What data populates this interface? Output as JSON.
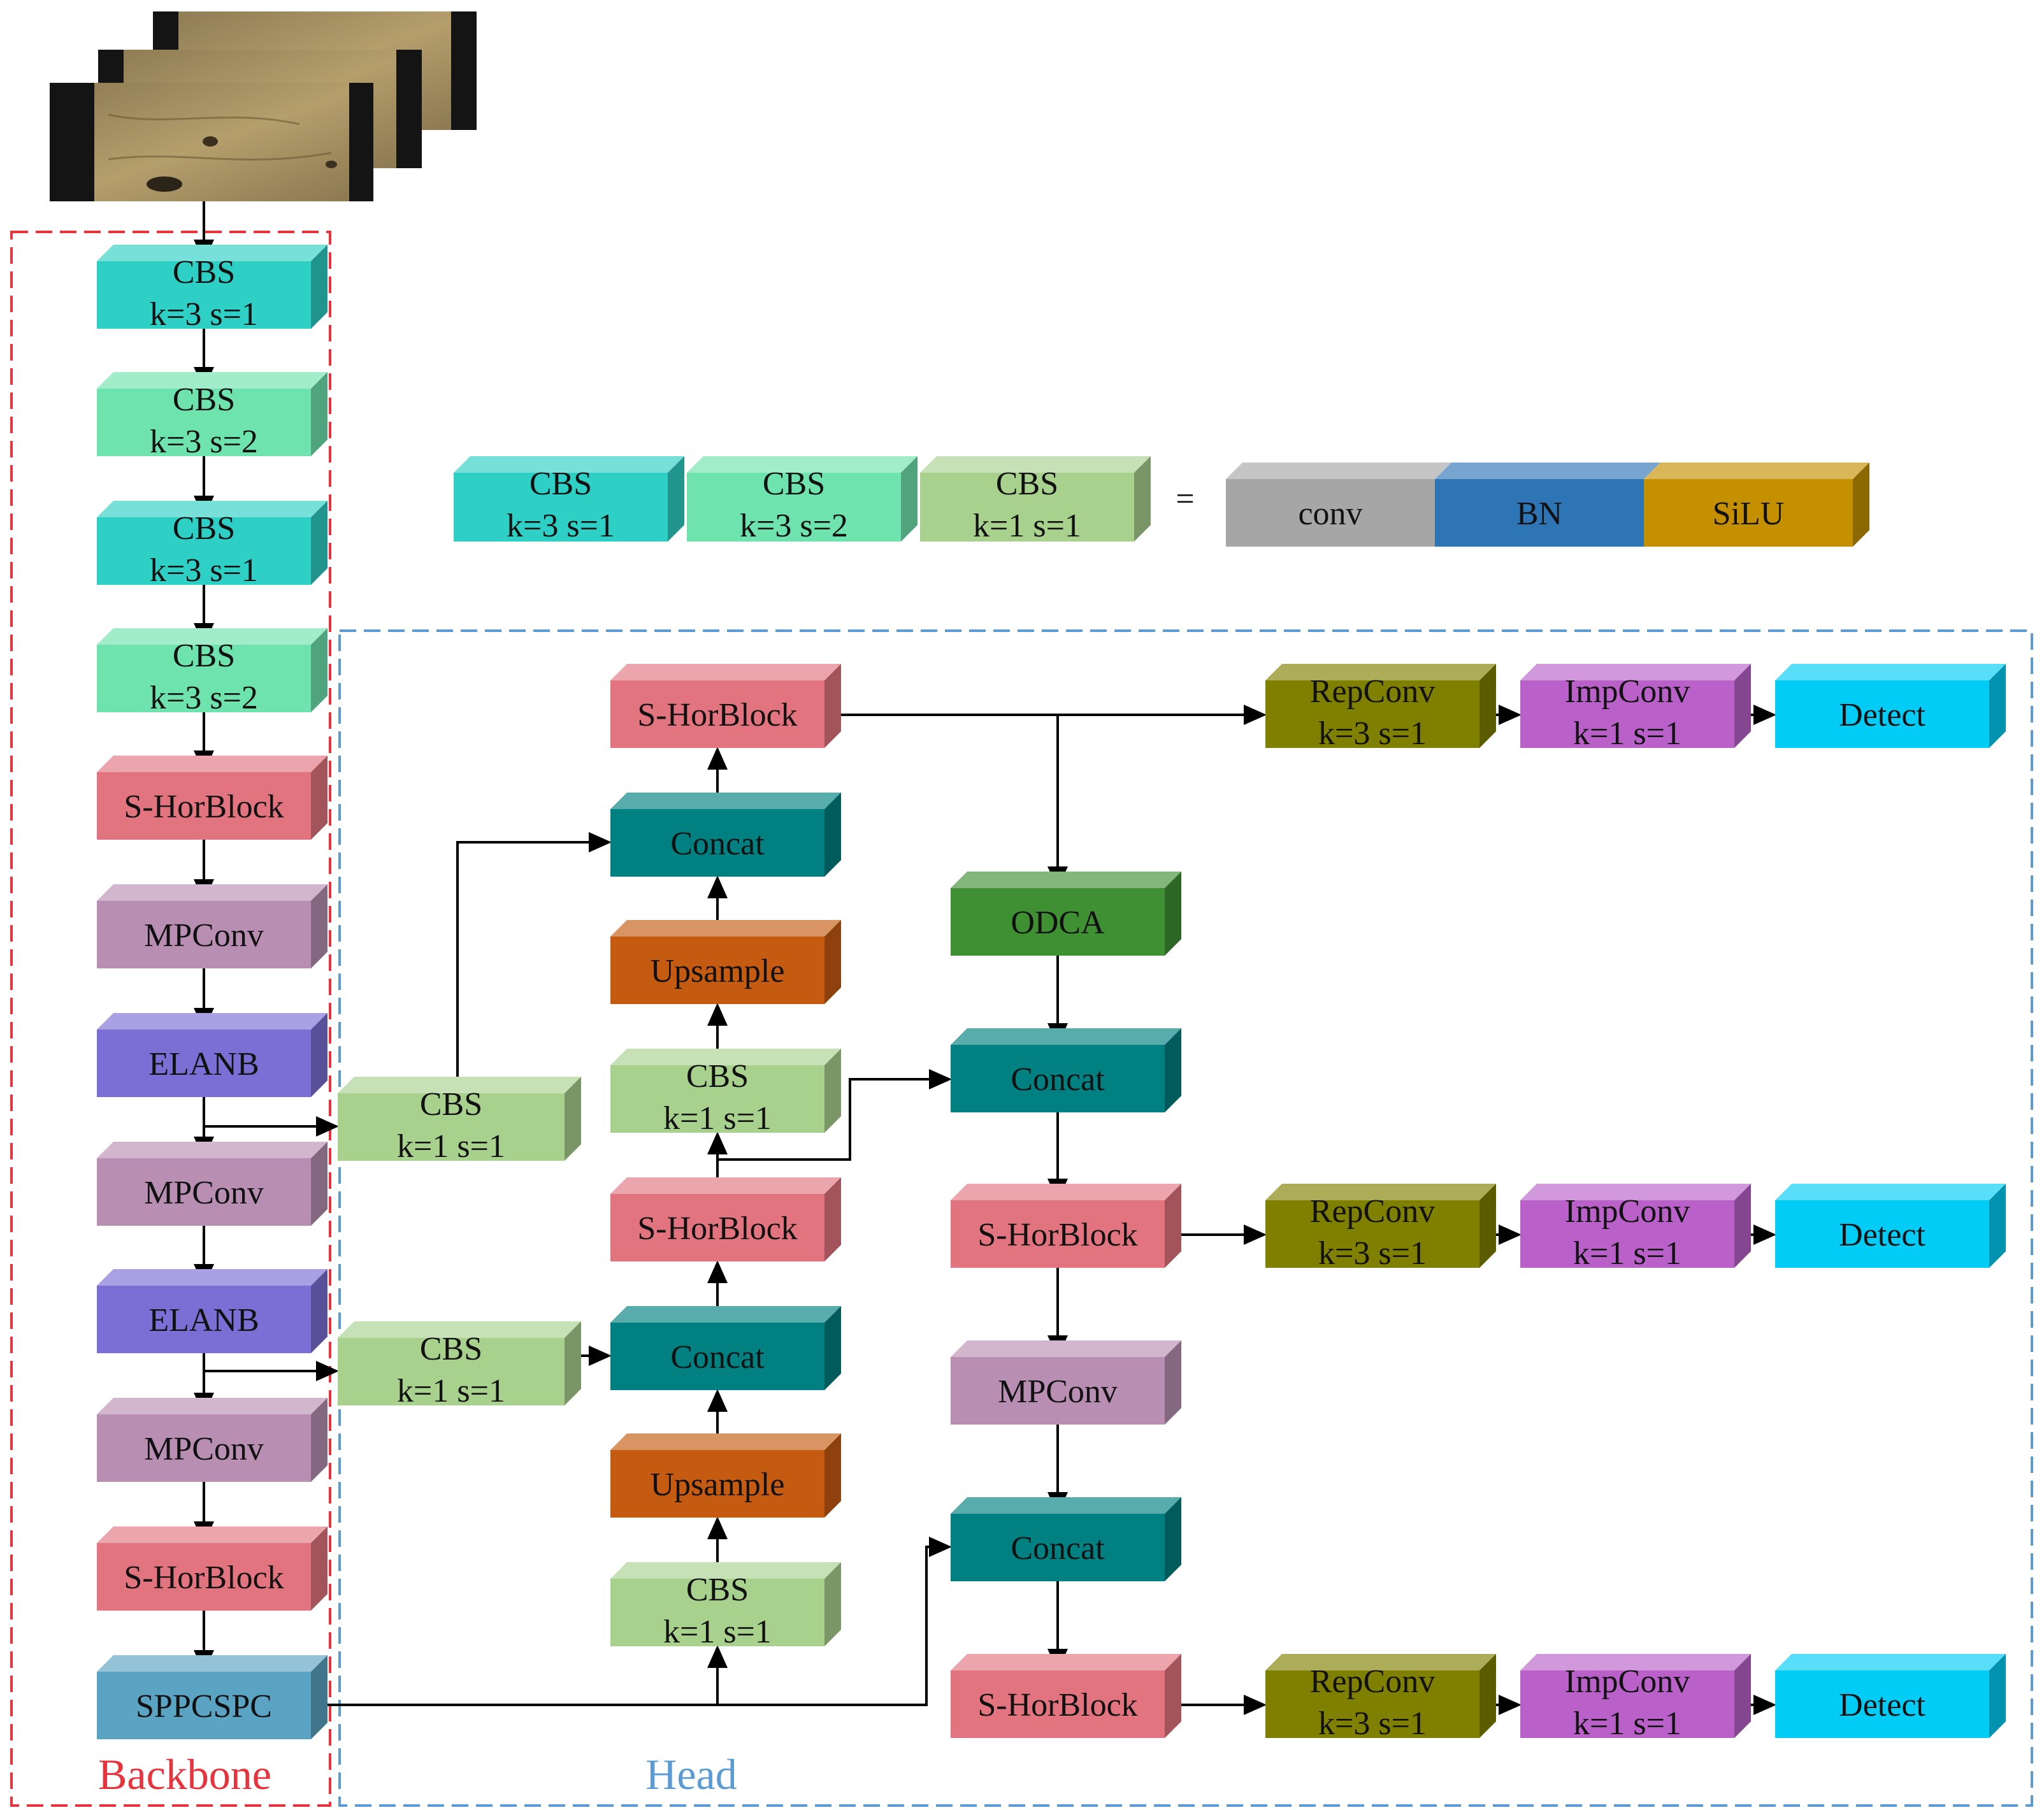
{
  "regions": {
    "backbone": {
      "label": "Backbone",
      "color": "#e8323c"
    },
    "head": {
      "label": "Head",
      "color": "#5b9bd5"
    }
  },
  "legend": {
    "equals": "=",
    "items": [
      {
        "id": "leg-cbs1",
        "lines": [
          "CBS",
          "k=3 s=1"
        ]
      },
      {
        "id": "leg-cbs2",
        "lines": [
          "CBS",
          "k=3 s=2"
        ]
      },
      {
        "id": "leg-cbs3",
        "lines": [
          "CBS",
          "k=1 s=1"
        ]
      }
    ],
    "parts": [
      {
        "id": "leg-conv",
        "lines": [
          "conv"
        ]
      },
      {
        "id": "leg-bn",
        "lines": [
          "BN"
        ]
      },
      {
        "id": "leg-silu",
        "lines": [
          "SiLU"
        ]
      }
    ]
  },
  "colors": {
    "cbs_k3s1": "#2ecfc4",
    "cbs_k3s2": "#6ee3ad",
    "cbs_k1s1": "#a9d18e",
    "hor": "#e2747f",
    "mpconv": "#b88fb3",
    "elanb": "#7b6fd6",
    "sppcspc": "#5aa3c2",
    "concat": "#008080",
    "upsample": "#c55a11",
    "odca": "#3f8f33",
    "repconv": "#7f7f00",
    "impconv": "#b961c9",
    "detect": "#00ccf5",
    "conv": "#a6a6a6",
    "bn": "#2e75b6",
    "silu": "#c49000"
  },
  "backbone": [
    {
      "id": "bb-cbs-1",
      "lines": [
        "CBS",
        "k=3 s=1"
      ]
    },
    {
      "id": "bb-cbs-2",
      "lines": [
        "CBS",
        "k=3 s=2"
      ]
    },
    {
      "id": "bb-cbs-3",
      "lines": [
        "CBS",
        "k=3 s=1"
      ]
    },
    {
      "id": "bb-cbs-4",
      "lines": [
        "CBS",
        "k=3 s=2"
      ]
    },
    {
      "id": "bb-hor-1",
      "lines": [
        "S-HorBlock"
      ]
    },
    {
      "id": "bb-mp-1",
      "lines": [
        "MPConv"
      ]
    },
    {
      "id": "bb-elanb-1",
      "lines": [
        "ELANB"
      ]
    },
    {
      "id": "bb-mp-2",
      "lines": [
        "MPConv"
      ]
    },
    {
      "id": "bb-elanb-2",
      "lines": [
        "ELANB"
      ]
    },
    {
      "id": "bb-mp-3",
      "lines": [
        "MPConv"
      ]
    },
    {
      "id": "bb-hor-2",
      "lines": [
        "S-HorBlock"
      ]
    },
    {
      "id": "bb-spp",
      "lines": [
        "SPPCSPC"
      ]
    }
  ],
  "neck": [
    {
      "id": "lat-cbs-1",
      "lines": [
        "CBS",
        "k=1 s=1"
      ]
    },
    {
      "id": "lat-cbs-2",
      "lines": [
        "CBS",
        "k=1 s=1"
      ]
    },
    {
      "id": "h-hor-top",
      "lines": [
        "S-HorBlock"
      ]
    },
    {
      "id": "h-concat-1",
      "lines": [
        "Concat"
      ]
    },
    {
      "id": "h-ups-1",
      "lines": [
        "Upsample"
      ]
    },
    {
      "id": "h-cbs-1",
      "lines": [
        "CBS",
        "k=1 s=1"
      ]
    },
    {
      "id": "h-hor-mid",
      "lines": [
        "S-HorBlock"
      ]
    },
    {
      "id": "h-concat-2",
      "lines": [
        "Concat"
      ]
    },
    {
      "id": "h-ups-2",
      "lines": [
        "Upsample"
      ]
    },
    {
      "id": "h-cbs-2",
      "lines": [
        "CBS",
        "k=1 s=1"
      ]
    },
    {
      "id": "r-odca",
      "lines": [
        "ODCA"
      ]
    },
    {
      "id": "r-concat-1",
      "lines": [
        "Concat"
      ]
    },
    {
      "id": "r-hor-1",
      "lines": [
        "S-HorBlock"
      ]
    },
    {
      "id": "r-mp",
      "lines": [
        "MPConv"
      ]
    },
    {
      "id": "r-concat-2",
      "lines": [
        "Concat"
      ]
    },
    {
      "id": "r-hor-2",
      "lines": [
        "S-HorBlock"
      ]
    }
  ],
  "outputs": [
    {
      "id": "o-rep-1",
      "lines": [
        "RepConv",
        "k=3 s=1"
      ]
    },
    {
      "id": "o-imp-1",
      "lines": [
        "ImpConv",
        "k=1 s=1"
      ]
    },
    {
      "id": "o-det-1",
      "lines": [
        "Detect"
      ]
    },
    {
      "id": "o-rep-2",
      "lines": [
        "RepConv",
        "k=3 s=1"
      ]
    },
    {
      "id": "o-imp-2",
      "lines": [
        "ImpConv",
        "k=1 s=1"
      ]
    },
    {
      "id": "o-det-2",
      "lines": [
        "Detect"
      ]
    },
    {
      "id": "o-rep-3",
      "lines": [
        "RepConv",
        "k=3 s=1"
      ]
    },
    {
      "id": "o-imp-3",
      "lines": [
        "ImpConv",
        "k=1 s=1"
      ]
    },
    {
      "id": "o-det-3",
      "lines": [
        "Detect"
      ]
    }
  ]
}
